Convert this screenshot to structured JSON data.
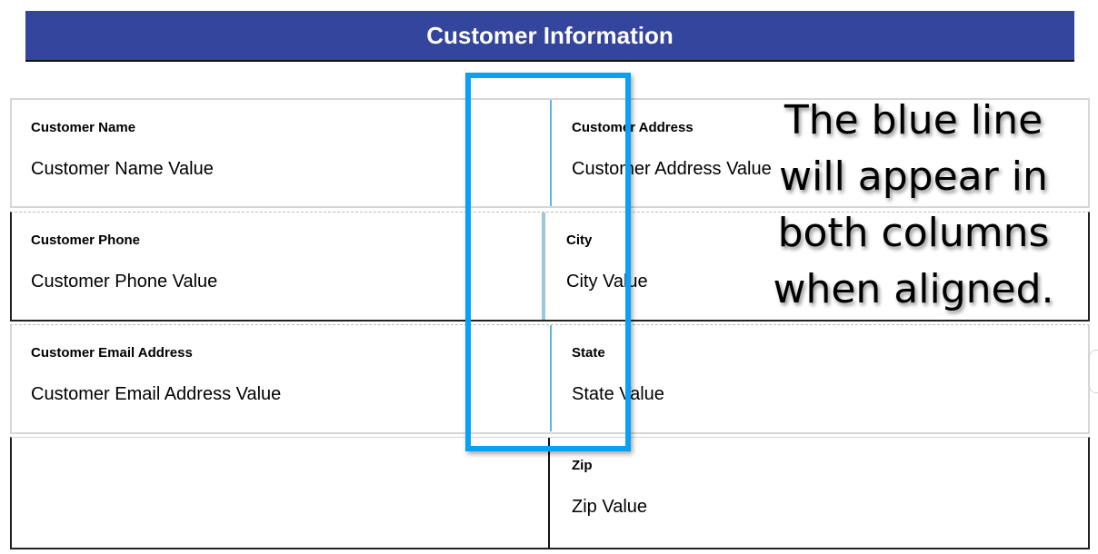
{
  "header": {
    "title": "Customer Information"
  },
  "fields": {
    "customer_name": {
      "label": "Customer Name",
      "value": "Customer Name Value"
    },
    "customer_address": {
      "label": "Customer Address",
      "value": "Customer Address Value"
    },
    "customer_phone": {
      "label": "Customer Phone",
      "value": "Customer Phone Value"
    },
    "city": {
      "label": "City",
      "value": "City Value"
    },
    "customer_email": {
      "label": "Customer Email Address",
      "value": "Customer Email Address Value"
    },
    "state": {
      "label": "State",
      "value": "State Value"
    },
    "zip": {
      "label": "Zip",
      "value": "Zip Value"
    }
  },
  "callout": {
    "text": "The blue line will appear in both columns when aligned."
  },
  "colors": {
    "header_bg": "#33459c",
    "highlight_blue": "#0aa0f5",
    "divider_blue": "#5fb4e6"
  }
}
